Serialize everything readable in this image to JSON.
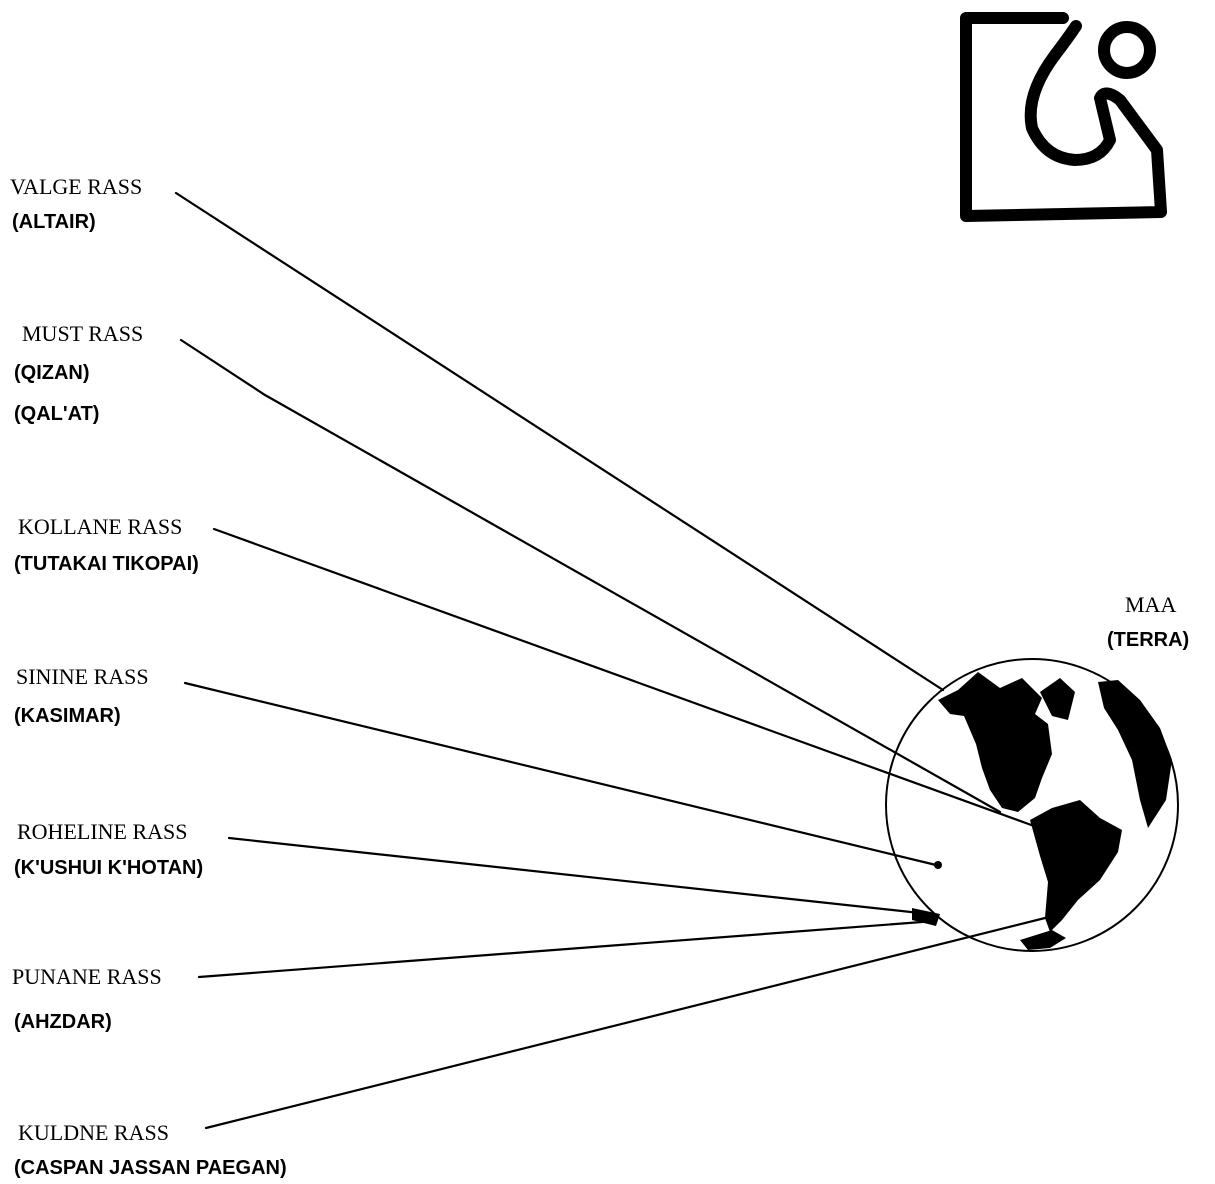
{
  "diagram": {
    "logo_icon": "hand-and-circle-symbol-icon",
    "target": {
      "name": "MAA",
      "alias": "(TERRA)"
    },
    "sources": [
      {
        "name": "VALGE RASS",
        "aliases": [
          "(ALTAIR)"
        ]
      },
      {
        "name": "MUST RASS",
        "aliases": [
          "(QIZAN)",
          "(QAL'AT)"
        ]
      },
      {
        "name": "KOLLANE RASS",
        "aliases": [
          "(TUTAKAI TIKOPAI)"
        ]
      },
      {
        "name": "SININE RASS",
        "aliases": [
          "(KASIMAR)"
        ]
      },
      {
        "name": "ROHELINE RASS",
        "aliases": [
          "(K'USHUI K'HOTAN)"
        ]
      },
      {
        "name": "PUNANE RASS",
        "aliases": [
          "(AHZDAR)"
        ]
      },
      {
        "name": "KULDNE RASS",
        "aliases": [
          "(CASPAN JASSAN PAEGAN)"
        ]
      }
    ],
    "colors": {
      "ink": "#000000",
      "paper": "#ffffff"
    }
  }
}
